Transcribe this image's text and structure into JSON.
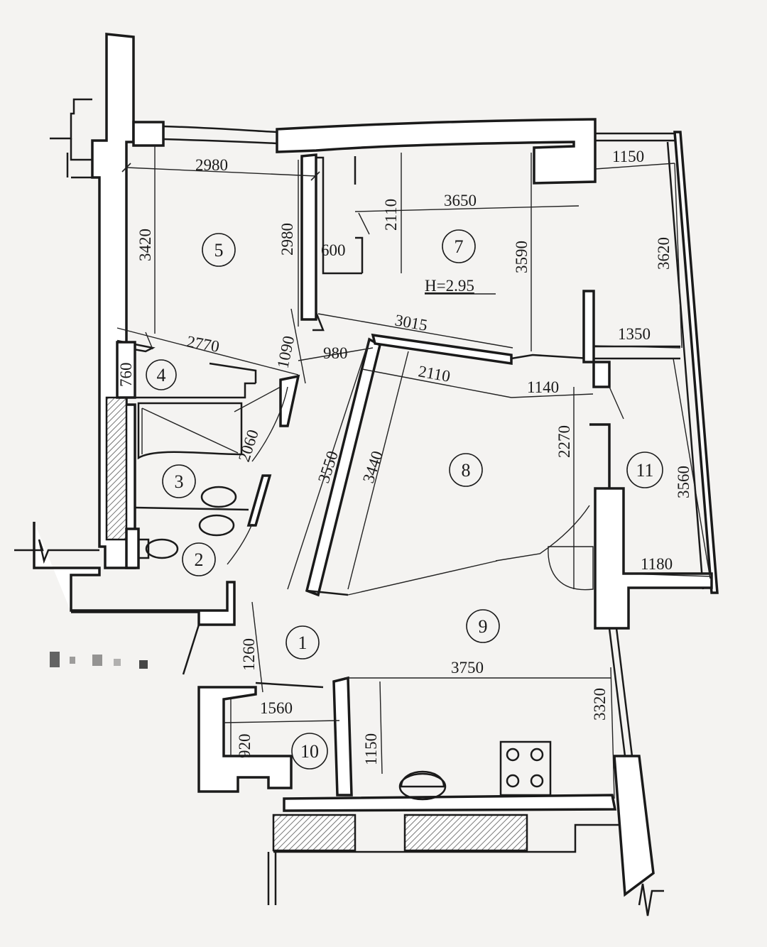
{
  "rooms": [
    {
      "id": "1",
      "label": "1"
    },
    {
      "id": "2",
      "label": "2"
    },
    {
      "id": "3",
      "label": "3"
    },
    {
      "id": "4",
      "label": "4"
    },
    {
      "id": "5",
      "label": "5"
    },
    {
      "id": "7",
      "label": "7"
    },
    {
      "id": "8",
      "label": "8"
    },
    {
      "id": "9",
      "label": "9"
    },
    {
      "id": "10",
      "label": "10"
    },
    {
      "id": "11",
      "label": "11"
    }
  ],
  "ceiling_height": "H=2.95",
  "dimensions": {
    "d2980_top": "2980",
    "d3420": "3420",
    "d2980_side": "2980",
    "d600": "600",
    "d2110_top": "2110",
    "d3650": "3650",
    "d3590": "3590",
    "d1150_top": "1150",
    "d3620": "3620",
    "d3015": "3015",
    "d1350": "1350",
    "d2770": "2770",
    "d1090": "1090",
    "d980": "980",
    "d2110_mid": "2110",
    "d1140": "1140",
    "d760": "760",
    "d2060": "2060",
    "d3550": "3550",
    "d3440": "3440",
    "d2270": "2270",
    "d3560": "3560",
    "d1180": "1180",
    "d1260": "1260",
    "d3750": "3750",
    "d3320": "3320",
    "d1560": "1560",
    "d920": "920",
    "d1150_bottom": "1150"
  }
}
